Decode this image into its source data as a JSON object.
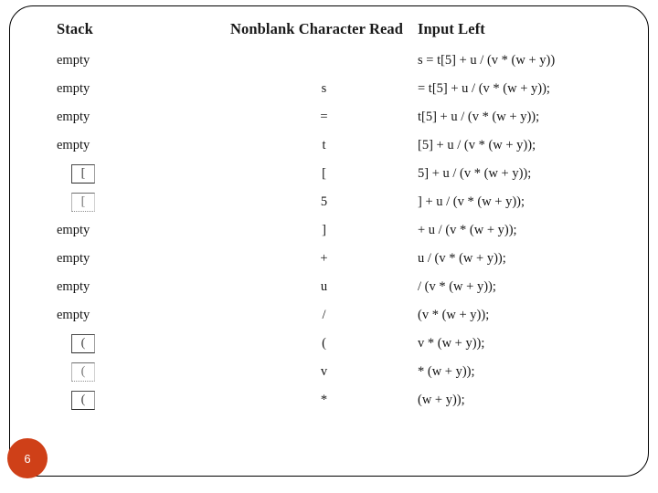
{
  "slide": {
    "page_number": "6",
    "accent_color": "#cf4018",
    "frame_color": "#000000"
  },
  "table": {
    "headers": {
      "stack": "Stack",
      "character": "Nonblank Character Read",
      "input": "Input Left"
    },
    "empty_label": "empty",
    "rows": [
      {
        "stack": "empty",
        "stack_kind": "text",
        "stack_symbol": "",
        "character": "",
        "input": "s = t[5] + u / (v * (w + y))"
      },
      {
        "stack": "empty",
        "stack_kind": "text",
        "stack_symbol": "",
        "character": "s",
        "input": "= t[5] + u / (v * (w + y));"
      },
      {
        "stack": "empty",
        "stack_kind": "text",
        "stack_symbol": "",
        "character": "=",
        "input": "t[5] + u / (v * (w + y));"
      },
      {
        "stack": "empty",
        "stack_kind": "text",
        "stack_symbol": "",
        "character": "t",
        "input": "[5] + u / (v * (w + y));"
      },
      {
        "stack": "",
        "stack_kind": "box",
        "stack_symbol": "[",
        "character": "[",
        "input": "5] + u / (v * (w + y));"
      },
      {
        "stack": "",
        "stack_kind": "box-faded",
        "stack_symbol": "[",
        "character": "5",
        "input": "] + u / (v * (w + y));"
      },
      {
        "stack": "empty",
        "stack_kind": "text",
        "stack_symbol": "",
        "character": "]",
        "input": "+ u / (v * (w + y));"
      },
      {
        "stack": "empty",
        "stack_kind": "text",
        "stack_symbol": "",
        "character": "+",
        "input": "u / (v * (w + y));"
      },
      {
        "stack": "empty",
        "stack_kind": "text",
        "stack_symbol": "",
        "character": "u",
        "input": "/ (v * (w + y));"
      },
      {
        "stack": "empty",
        "stack_kind": "text",
        "stack_symbol": "",
        "character": "/",
        "input": "(v * (w + y));"
      },
      {
        "stack": "",
        "stack_kind": "box",
        "stack_symbol": "(",
        "character": "(",
        "input": "v * (w + y));"
      },
      {
        "stack": "",
        "stack_kind": "box-faded",
        "stack_symbol": "(",
        "character": "v",
        "input": "* (w + y));"
      },
      {
        "stack": "",
        "stack_kind": "box",
        "stack_symbol": "(",
        "character": "*",
        "input": "(w + y));"
      }
    ]
  }
}
